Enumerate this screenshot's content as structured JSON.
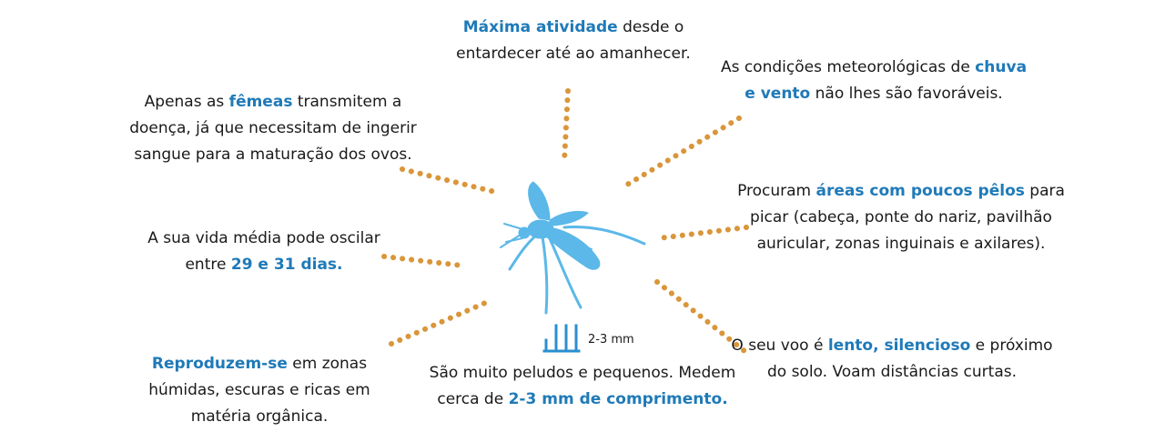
{
  "facts": {
    "top": {
      "pre": "",
      "hl": "Máxima atividade",
      "post": " desde o entardecer até ao amanhecer."
    },
    "left1": {
      "pre": "Apenas as ",
      "hl": "fêmeas",
      "post": " transmitem a doença, já que necessitam de ingerir sangue para a maturação dos ovos."
    },
    "right1": {
      "pre": "As condições meteorológicas de ",
      "hl": "chuva e vento",
      "post": " não lhes são favoráveis."
    },
    "right2": {
      "pre": "Procuram ",
      "hl": "áreas com poucos pêlos",
      "post": " para picar (cabeça, ponte do nariz, pavilhão auricular, zonas inguinais e axilares)."
    },
    "left2": {
      "pre": "A sua vida média pode oscilar entre ",
      "hl": "29 e 31 dias.",
      "post": ""
    },
    "left3": {
      "pre": "",
      "hl": "Reproduzem-se",
      "post": " em zonas húmidas, escuras e ricas em matéria orgânica."
    },
    "right3": {
      "pre": "O seu voo é ",
      "hl": "lento, silencioso",
      "post": " e próximo do solo. Voam distâncias curtas."
    },
    "bottom": {
      "pre": "São muito peludos e pequenos. Medem cerca de ",
      "hl": "2-3 mm de comprimento.",
      "post": ""
    }
  },
  "scale": {
    "label": "2-3 mm"
  },
  "colors": {
    "highlight": "#1f7ab8",
    "mosquito": "#5bb8e8",
    "connector": "#d9963a",
    "scale_icon": "#2a8fcf"
  },
  "icons": {
    "center": "mosquito-icon",
    "scale": "ruler-scale-icon"
  }
}
